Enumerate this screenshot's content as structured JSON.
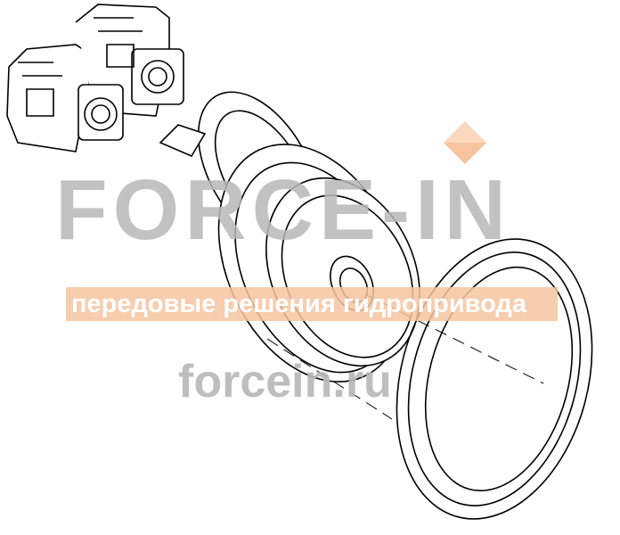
{
  "image": {
    "description": "Exploded line drawing of a hydraulic travel drive: twin hydraulic motors, gearbox hub with splined drum, flanged housing, and a separate sprocket ring",
    "components": [
      "hydraulic-motor-pair",
      "splined-gear-drum",
      "flanged-hub-housing",
      "sprocket-ring"
    ]
  },
  "watermark": {
    "brand": "FORCE-IN",
    "tagline": "передовые решения гидропривода",
    "url": "forcein.ru",
    "colors": {
      "gray": "#b8b8b8",
      "orange_band": "#f4c4a0",
      "diamond_light": "#fad3b6",
      "diamond_dark": "#f5bd95"
    }
  }
}
